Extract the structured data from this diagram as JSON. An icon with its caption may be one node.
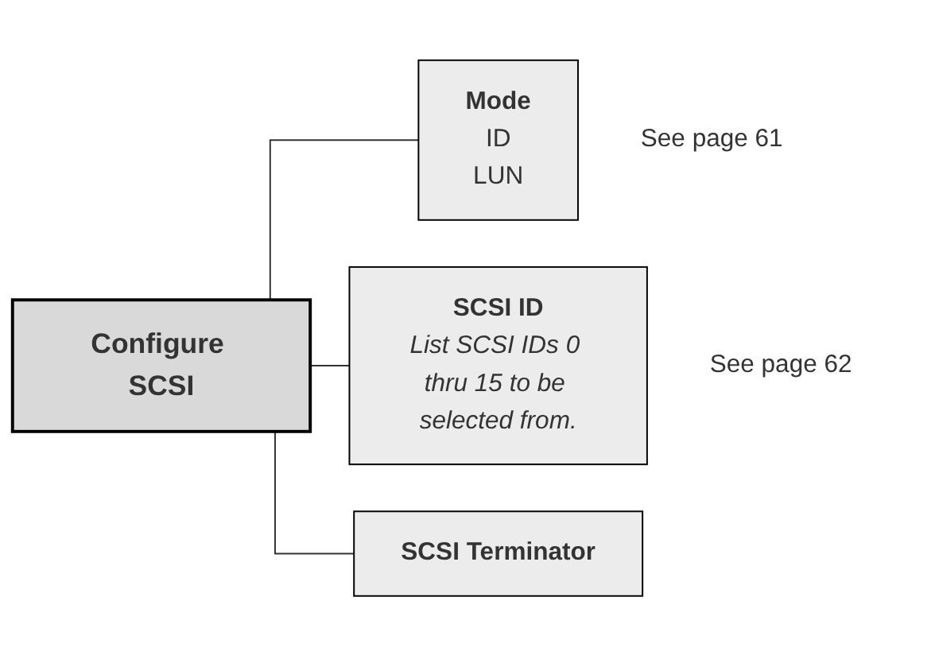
{
  "diagram": {
    "nodes": [
      {
        "text": [
          "Configure SCSI"
        ]
      },
      {
        "text": [
          "Mode",
          "ID",
          "LUN"
        ],
        "beside": [
          "See page 61"
        ]
      },
      {
        "text": [
          "SCSI ID",
          "List SCSI IDs 0 thru 15 to be selected from."
        ],
        "beside": [
          "See page 62"
        ]
      },
      {
        "text": [
          "SCSI Terminator"
        ]
      }
    ],
    "edges": [
      {
        "from": 0,
        "to": 1,
        "arrow": "none"
      },
      {
        "from": 0,
        "to": 2,
        "arrow": "none"
      },
      {
        "from": 0,
        "to": 3,
        "arrow": "none"
      }
    ]
  }
}
